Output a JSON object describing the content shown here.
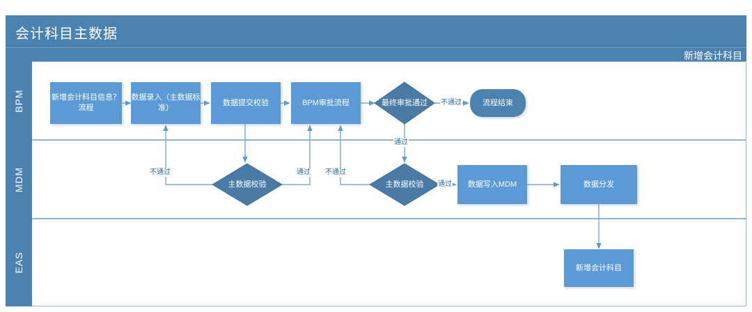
{
  "header": {
    "title": "会计科目主数据",
    "subtitle": "新增会计科目"
  },
  "colors": {
    "header_blue": "#4a82b0",
    "node_blue": "#5b9bd5",
    "diamond_blue": "#4a7ba7",
    "line_blue": "#7ba7d0",
    "lane_border": "#8fb4d6",
    "label_text": "#2e6da4"
  },
  "lanes": [
    {
      "id": "bpm",
      "label": "BPM"
    },
    {
      "id": "mdm",
      "label": "MDM"
    },
    {
      "id": "eas",
      "label": "EAS"
    }
  ],
  "nodes": [
    {
      "id": "start",
      "lane": "bpm",
      "shape": "rect",
      "label": "新增会计科目信息？流程"
    },
    {
      "id": "data-entry",
      "lane": "bpm",
      "shape": "rect",
      "label": "数据录入（主数据标准）"
    },
    {
      "id": "submit-check",
      "lane": "bpm",
      "shape": "rect",
      "label": "数据提交校验"
    },
    {
      "id": "bpm-approval",
      "lane": "bpm",
      "shape": "rect",
      "label": "BPM审批流程"
    },
    {
      "id": "final-approve",
      "lane": "bpm",
      "shape": "diamond",
      "label": "最终审批通过"
    },
    {
      "id": "process-end",
      "lane": "bpm",
      "shape": "rounded",
      "label": "流程结束"
    },
    {
      "id": "md-check-1",
      "lane": "mdm",
      "shape": "diamond",
      "label": "主数据校验"
    },
    {
      "id": "md-check-2",
      "lane": "mdm",
      "shape": "diamond",
      "label": "主数据校验"
    },
    {
      "id": "write-mdm",
      "lane": "mdm",
      "shape": "rect",
      "label": "数据写入MDM"
    },
    {
      "id": "distribute",
      "lane": "mdm",
      "shape": "rect",
      "label": "数据分发"
    },
    {
      "id": "eas-new-acct",
      "lane": "eas",
      "shape": "rect",
      "label": "新增会计科目"
    }
  ],
  "edge_labels": [
    {
      "id": "reject-final",
      "text": "不通过"
    },
    {
      "id": "pass-final",
      "text": "通过"
    },
    {
      "id": "reject-check-1",
      "text": "不通过"
    },
    {
      "id": "pass-check-1",
      "text": "通过"
    },
    {
      "id": "reject-check-2",
      "text": "不通过"
    },
    {
      "id": "pass-check-2",
      "text": "通过"
    }
  ]
}
